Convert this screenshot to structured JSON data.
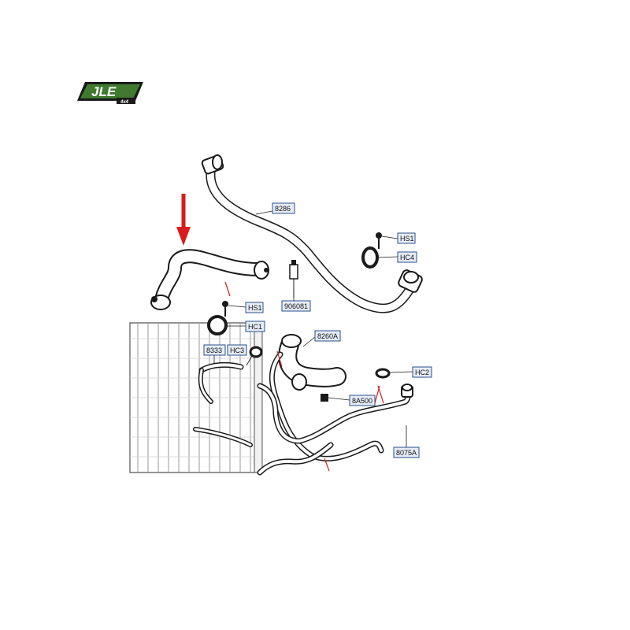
{
  "logo": {
    "name": "JLE",
    "sub": "4x4"
  },
  "labels": {
    "p8286": "8286",
    "p906081": "906081",
    "p8260A": "8260A",
    "p8333": "8333",
    "p8A500": "8A500",
    "p8075A": "8075A",
    "hs1_top": "HS1",
    "hc4": "HC4",
    "hs1_mid": "HS1",
    "hc1": "HC1",
    "hc3": "HC3",
    "hc2": "HC2"
  },
  "colors": {
    "arrow": "#d81c1c",
    "label_border": "#2a4f8c",
    "label_fill": "#e6ecf6",
    "line": "#1a1a1a",
    "logo_green": "#3f7a2f"
  }
}
